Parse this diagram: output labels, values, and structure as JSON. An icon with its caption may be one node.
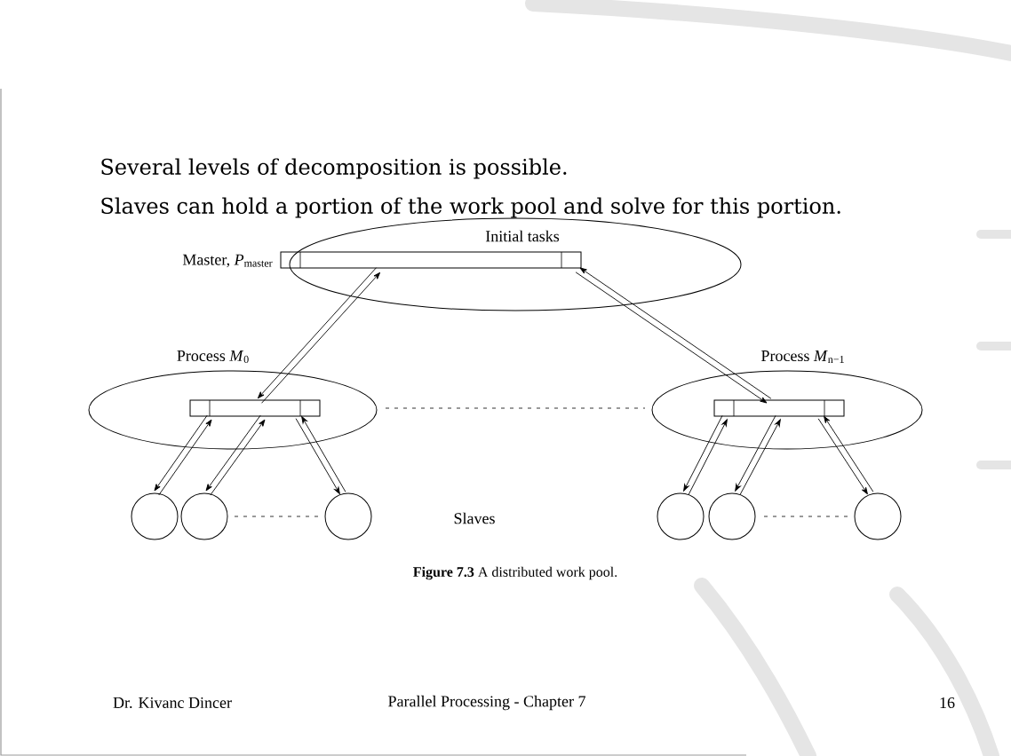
{
  "diagram": {
    "caption": "**Figure 7.3** A distributed work pool.",
    "nodes": [
      {
        "text": [
          "Master, *P*$_{master}$"
        ]
      },
      {
        "text": [
          "Initial tasks"
        ],
        "in": 0
      },
      {
        "text": [
          "Process *M*$_{0}$"
        ]
      },
      {
        "text": [],
        "shape": "bar",
        "in": 2
      },
      {
        "text": [
          "Process *M*$_{n−1}$"
        ]
      },
      {
        "text": [],
        "shape": "bar",
        "in": 4
      },
      {
        "text": [],
        "shape": "circle"
      },
      {
        "text": [],
        "shape": "circle"
      },
      {
        "text": [],
        "shape": "circle"
      },
      {
        "text": [],
        "shape": "circle"
      },
      {
        "text": [],
        "shape": "circle"
      },
      {
        "text": [],
        "shape": "circle"
      }
    ],
    "edges": [
      {
        "from": 1,
        "to": 3,
        "arrow": "to"
      },
      {
        "from": 3,
        "to": 1,
        "arrow": "to"
      },
      {
        "from": 1,
        "to": 5,
        "arrow": "to"
      },
      {
        "from": 5,
        "to": 1,
        "arrow": "to"
      },
      {
        "from": 3,
        "to": 6,
        "arrow": "to"
      },
      {
        "from": 6,
        "to": 3,
        "arrow": "to"
      },
      {
        "from": 3,
        "to": 7,
        "arrow": "to"
      },
      {
        "from": 7,
        "to": 3,
        "arrow": "to"
      },
      {
        "from": 3,
        "to": 8,
        "arrow": "to"
      },
      {
        "from": 8,
        "to": 3,
        "arrow": "to"
      },
      {
        "from": 5,
        "to": 9,
        "arrow": "to"
      },
      {
        "from": 9,
        "to": 5,
        "arrow": "to"
      },
      {
        "from": 5,
        "to": 10,
        "arrow": "to"
      },
      {
        "from": 10,
        "to": 5,
        "arrow": "to"
      },
      {
        "from": 5,
        "to": 11,
        "arrow": "to"
      },
      {
        "from": 11,
        "to": 5,
        "arrow": "to"
      }
    ],
    "labels": [
      "Several levels of decomposition is possible.",
      "Slaves can hold a portion of the work pool and solve for this portion.",
      "Slaves",
      "Dr. Kivanc Dincer",
      "Parallel  Processing - Chapter 7",
      "16"
    ]
  }
}
